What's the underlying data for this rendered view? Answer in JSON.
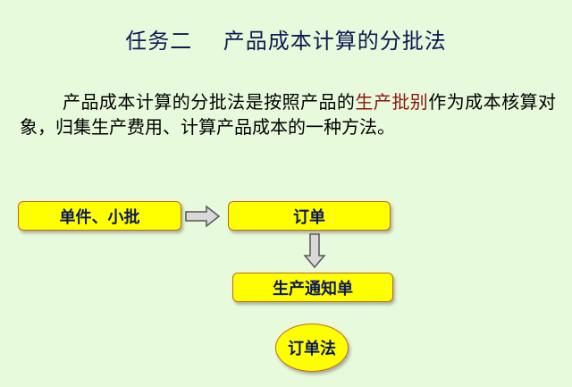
{
  "slide": {
    "title": "任务二    产品成本计算的分批法",
    "description": {
      "before": "产品成本计算的分批法是按照产品的",
      "highlight": "生产批别",
      "after": "作为成本核算对象，归集生产费用、计算产品成本的一种方法。"
    },
    "flow": {
      "box_left": "单件、小批",
      "box_order": "订单",
      "box_notice": "生产通知单",
      "result": "订单法"
    },
    "colors": {
      "background": "#e8fadc",
      "box_fill": "#ffff00",
      "box_border": "#c36a0f",
      "box_text": "#0b1760",
      "title_text": "#0f1a52",
      "highlight_text": "#8a1414",
      "arrow_fill": "#d9d9d9",
      "arrow_stroke": "#555555"
    }
  }
}
